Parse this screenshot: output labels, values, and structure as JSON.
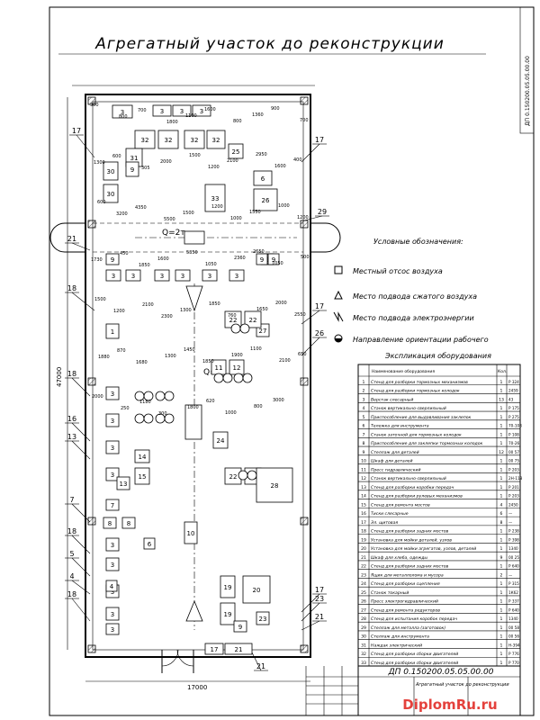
{
  "title": "Агрегатный участок до реконструкции",
  "side_stamp": "ДП 0.150200.05.05.00.00",
  "legend": {
    "heading": "Условные обозначения:",
    "items": [
      {
        "icon": "square-icon",
        "label": "Местный отсос воздуха"
      },
      {
        "icon": "triangle-icon",
        "label": "Место подвода сжатого воздуха"
      },
      {
        "icon": "lightning-icon",
        "label": "Место подвода электроэнергии"
      },
      {
        "icon": "half-circle-icon",
        "label": "Направление ориентации рабочего"
      }
    ]
  },
  "explication": {
    "heading": "Экспликация оборудования",
    "col_name": "Наименование оборудования",
    "col_qty": "Кол.",
    "rows": [
      {
        "n": "1",
        "name": "Стенд для разборки тормозных механизмов",
        "q": "1",
        "m": "Р 324"
      },
      {
        "n": "2",
        "name": "Стенд для разборки тормозных колодок",
        "q": "1",
        "m": "2459"
      },
      {
        "n": "3",
        "name": "Верстак слесарный",
        "q": "13",
        "m": "43"
      },
      {
        "n": "4",
        "name": "Станок вертикально-сверлильный",
        "q": "1",
        "m": "Р 175"
      },
      {
        "n": "5",
        "name": "Приспособление для выдавливания заклепок",
        "q": "1",
        "m": "Р 275"
      },
      {
        "n": "6",
        "name": "Тележка для инструмента",
        "q": "1",
        "m": "70-108"
      },
      {
        "n": "7",
        "name": "Станок заточной для тормозных колодок",
        "q": "1",
        "m": "Р 108"
      },
      {
        "n": "8",
        "name": "Приспособление для заклепки тормозных колодок",
        "q": "1",
        "m": "70-26"
      },
      {
        "n": "9",
        "name": "Стеллаж для деталей",
        "q": "12",
        "m": "00 57"
      },
      {
        "n": "10",
        "name": "Шкаф для деталей",
        "q": "1",
        "m": "00 75"
      },
      {
        "n": "11",
        "name": "Пресс гидравлический",
        "q": "1",
        "m": "Р 203"
      },
      {
        "n": "12",
        "name": "Станок вертикально-сверлильный",
        "q": "1",
        "m": "2Н-118"
      },
      {
        "n": "13",
        "name": "Стенд для разборки коробки передач",
        "q": "1",
        "m": "Р 201"
      },
      {
        "n": "14",
        "name": "Стенд для разборки рулевых механизмов",
        "q": "1",
        "m": "Р 203"
      },
      {
        "n": "15",
        "name": "Стенд для ремонта мостов",
        "q": "4",
        "m": "2450"
      },
      {
        "n": "16",
        "name": "Тиски слесарные",
        "q": "6",
        "m": "—"
      },
      {
        "n": "17",
        "name": "Эл. щитовая",
        "q": "8",
        "m": "—"
      },
      {
        "n": "18",
        "name": "Стенд для разборки задних мостов",
        "q": "1",
        "m": "Р 238"
      },
      {
        "n": "19",
        "name": "Установка для мойки деталей, узлов",
        "q": "1",
        "m": "Р 398"
      },
      {
        "n": "20",
        "name": "Установка для мойки агрегатов, узлов, деталей",
        "q": "1",
        "m": "1340"
      },
      {
        "n": "21",
        "name": "Шкаф для хлеба, одежды",
        "q": "9",
        "m": "00 25"
      },
      {
        "n": "22",
        "name": "Стенд для разборки задних мостов",
        "q": "1",
        "m": "Р 640"
      },
      {
        "n": "23",
        "name": "Ящик для металлолома и мусора",
        "q": "2",
        "m": "—"
      },
      {
        "n": "24",
        "name": "Стенд для разборки сцепления",
        "q": "1",
        "m": "Р 315"
      },
      {
        "n": "25",
        "name": "Станок токарный",
        "q": "1",
        "m": "1К62"
      },
      {
        "n": "26",
        "name": "Пресс электрогидравлический",
        "q": "1",
        "m": "Р 337"
      },
      {
        "n": "27",
        "name": "Стенд для ремонта редукторов",
        "q": "1",
        "m": "Р 640"
      },
      {
        "n": "28",
        "name": "Стенд для испытания коробок передач",
        "q": "1",
        "m": "1340"
      },
      {
        "n": "29",
        "name": "Стеллаж для металла (заготовок)",
        "q": "1",
        "m": "00 58"
      },
      {
        "n": "30",
        "name": "Стеллаж для инструмента",
        "q": "1",
        "m": "00 56"
      },
      {
        "n": "31",
        "name": "Наждак электрический",
        "q": "1",
        "m": "Н-394"
      },
      {
        "n": "32",
        "name": "Стенд для разборки сборки двигателей",
        "q": "1",
        "m": "Р 776"
      },
      {
        "n": "33",
        "name": "Стенд для разборки сборки двигателей",
        "q": "1",
        "m": "Р 770"
      }
    ]
  },
  "title_block": {
    "doc_number": "ДП 0.150200.05.05.00.00",
    "name": "Агрегатный участок до реконструкции",
    "watermark": "DiplomRu.ru"
  },
  "plan": {
    "overall_height": "47000",
    "overall_width": "17000",
    "crane_load": "Q=2т",
    "equipment_labels": [
      "3",
      "3",
      "3",
      "3",
      "32",
      "32",
      "32",
      "32",
      "31",
      "30",
      "30",
      "9",
      "33",
      "25",
      "26",
      "6",
      "3",
      "3",
      "3",
      "3",
      "3",
      "3",
      "5",
      "9",
      "9",
      "9",
      "27",
      "22",
      "22",
      "22",
      "22",
      "24",
      "28",
      "1",
      "3",
      "3",
      "3",
      "3",
      "3",
      "3",
      "3",
      "3",
      "4",
      "3",
      "15",
      "11",
      "12",
      "13",
      "14",
      "10",
      "8",
      "8",
      "6",
      "7",
      "20",
      "19",
      "19",
      "9",
      "17",
      "21",
      "23"
    ],
    "callouts": [
      "17",
      "17",
      "21",
      "29",
      "18",
      "17",
      "18",
      "26",
      "16",
      "13",
      "18",
      "7",
      "5",
      "4",
      "18",
      "17",
      "21",
      "23",
      "21"
    ],
    "dimensions": [
      "300",
      "800",
      "700",
      "1800",
      "1100",
      "1600",
      "800",
      "1360",
      "900",
      "700",
      "1300",
      "600",
      "305",
      "2000",
      "1500",
      "1200",
      "2100",
      "2950",
      "1600",
      "400",
      "600",
      "3200",
      "4350",
      "5500",
      "1500",
      "1200",
      "1000",
      "1550",
      "1000",
      "1200",
      "1730",
      "450",
      "1850",
      "1600",
      "5350",
      "1050",
      "2360",
      "2650",
      "1050",
      "500",
      "1500",
      "1200",
      "2100",
      "2300",
      "1300",
      "1850",
      "760",
      "1650",
      "2000",
      "2550",
      "1880",
      "870",
      "1680",
      "1300",
      "1450",
      "1850",
      "1900",
      "1100",
      "2100",
      "650",
      "2000",
      "250",
      "1180",
      "300",
      "1800",
      "620",
      "1000",
      "800",
      "3000"
    ]
  },
  "colors": {
    "ink": "#000000",
    "paper": "#ffffff",
    "watermark": "#e0201b"
  }
}
